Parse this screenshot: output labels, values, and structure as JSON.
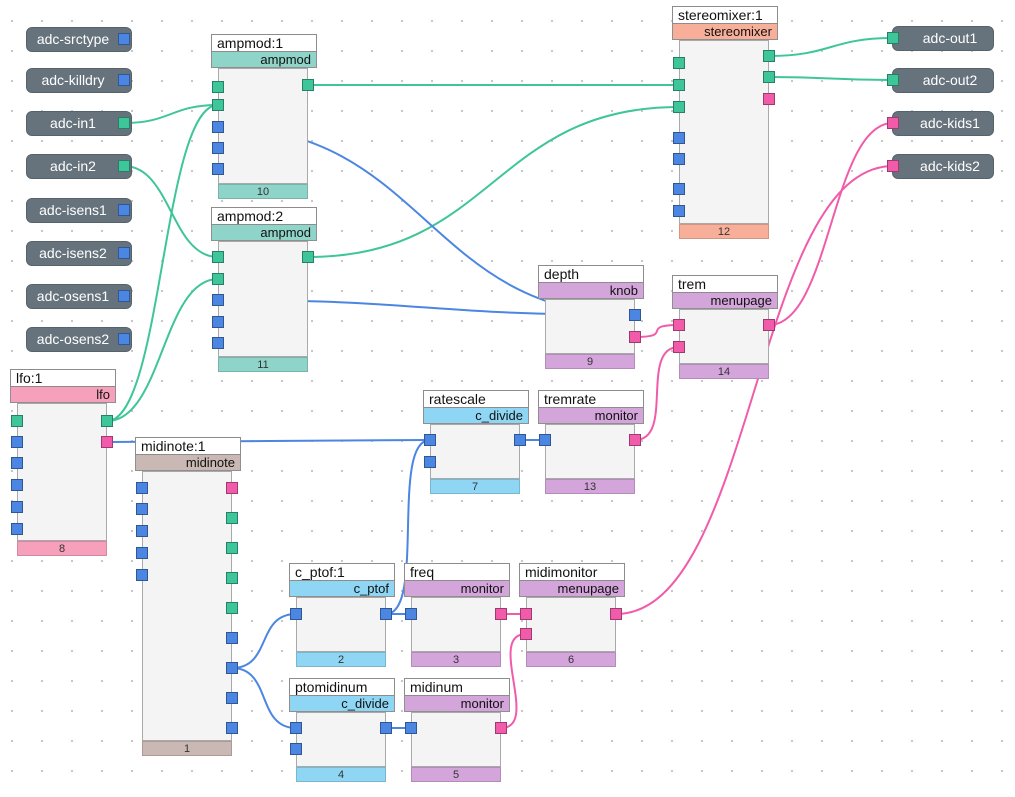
{
  "colors": {
    "blue": "#4a86e2",
    "green": "#3ec59a",
    "pink": "#f15ba9",
    "io_pill": "#66737c"
  },
  "inputs": [
    "adc-srctype",
    "adc-killdry",
    "adc-in1",
    "adc-in2",
    "adc-isens1",
    "adc-isens2",
    "adc-osens1",
    "adc-osens2"
  ],
  "outputs": [
    "adc-out1",
    "adc-out2",
    "adc-kids1",
    "adc-kids2"
  ],
  "modules": [
    {
      "id": "ampmod1",
      "title": "ampmod:1",
      "type": "ampmod",
      "number": "10",
      "type_color": "#8fd4c9",
      "foot_color": "#8fd4c9"
    },
    {
      "id": "ampmod2",
      "title": "ampmod:2",
      "type": "ampmod",
      "number": "11",
      "type_color": "#8fd4c9",
      "foot_color": "#8fd4c9"
    },
    {
      "id": "stereomixer1",
      "title": "stereomixer:1",
      "type": "stereomixer",
      "number": "12",
      "type_color": "#f8af9a",
      "foot_color": "#f8af9a"
    },
    {
      "id": "depth",
      "title": "depth",
      "type": "knob",
      "number": "9",
      "type_color": "#d4a5db",
      "foot_color": "#d4a5db"
    },
    {
      "id": "trem",
      "title": "trem",
      "type": "menupage",
      "number": "14",
      "type_color": "#d4a5db",
      "foot_color": "#d4a5db"
    },
    {
      "id": "lfo1",
      "title": "lfo:1",
      "type": "lfo",
      "number": "8",
      "type_color": "#f6a0bc",
      "foot_color": "#f6a0bc"
    },
    {
      "id": "midinote1",
      "title": "midinote:1",
      "type": "midinote",
      "number": "1",
      "type_color": "#c9b8b3",
      "foot_color": "#c9b8b3"
    },
    {
      "id": "ratescale",
      "title": "ratescale",
      "type": "c_divide",
      "number": "7",
      "type_color": "#8fd6f5",
      "foot_color": "#8fd6f5"
    },
    {
      "id": "tremrate",
      "title": "tremrate",
      "type": "monitor",
      "number": "13",
      "type_color": "#d4a5db",
      "foot_color": "#d4a5db"
    },
    {
      "id": "cptof1",
      "title": "c_ptof:1",
      "type": "c_ptof",
      "number": "2",
      "type_color": "#8fd6f5",
      "foot_color": "#8fd6f5"
    },
    {
      "id": "freq",
      "title": "freq",
      "type": "monitor",
      "number": "3",
      "type_color": "#d4a5db",
      "foot_color": "#d4a5db"
    },
    {
      "id": "midimonitor",
      "title": "midimonitor",
      "type": "menupage",
      "number": "6",
      "type_color": "#d4a5db",
      "foot_color": "#d4a5db"
    },
    {
      "id": "ptomidinum",
      "title": "ptomidinum",
      "type": "c_divide",
      "number": "4",
      "type_color": "#8fd6f5",
      "foot_color": "#8fd6f5"
    },
    {
      "id": "midinum",
      "title": "midinum",
      "type": "monitor",
      "number": "5",
      "type_color": "#d4a5db",
      "foot_color": "#d4a5db"
    }
  ],
  "connections": [
    {
      "from": "adc-in1",
      "to": "ampmod1.in1",
      "signal": "green"
    },
    {
      "from": "adc-in2",
      "to": "ampmod2.in0",
      "signal": "green"
    },
    {
      "from": "lfo1.out0",
      "to": "ampmod1.in1",
      "signal": "green"
    },
    {
      "from": "lfo1.out0",
      "to": "ampmod2.in1",
      "signal": "green"
    },
    {
      "from": "ampmod1.out",
      "to": "stereomixer1.in1",
      "signal": "green"
    },
    {
      "from": "ampmod2.out",
      "to": "stereomixer1.in2",
      "signal": "green"
    },
    {
      "from": "stereomixer1.out0",
      "to": "adc-out1",
      "signal": "green"
    },
    {
      "from": "stereomixer1.out1",
      "to": "adc-out2",
      "signal": "green"
    },
    {
      "from": "ampmod1.in2",
      "to": "depth.out0",
      "signal": "blue"
    },
    {
      "from": "ampmod2.in2",
      "to": "depth.out0",
      "signal": "blue"
    },
    {
      "from": "lfo1.out1",
      "to": "ratescale.in0",
      "signal": "blue"
    },
    {
      "from": "ratescale.out",
      "to": "tremrate.in",
      "signal": "blue"
    },
    {
      "from": "midinote1.out",
      "to": "cptof1.in",
      "signal": "blue"
    },
    {
      "from": "midinote1.out",
      "to": "ptomidinum.in",
      "signal": "blue"
    },
    {
      "from": "cptof1.out",
      "to": "ratescale.in0",
      "signal": "blue"
    },
    {
      "from": "cptof1.out",
      "to": "freq.in",
      "signal": "blue"
    },
    {
      "from": "ptomidinum.out",
      "to": "midinum.in",
      "signal": "blue"
    },
    {
      "from": "depth.out1",
      "to": "trem.in0",
      "signal": "pink"
    },
    {
      "from": "tremrate.out",
      "to": "trem.in1",
      "signal": "pink"
    },
    {
      "from": "trem.out",
      "to": "adc-kids1",
      "signal": "pink"
    },
    {
      "from": "midimonitor.out",
      "to": "adc-kids2",
      "signal": "pink"
    },
    {
      "from": "freq.out",
      "to": "midimonitor.in0",
      "signal": "pink"
    },
    {
      "from": "midinum.out",
      "to": "midimonitor.in1",
      "signal": "pink"
    }
  ]
}
